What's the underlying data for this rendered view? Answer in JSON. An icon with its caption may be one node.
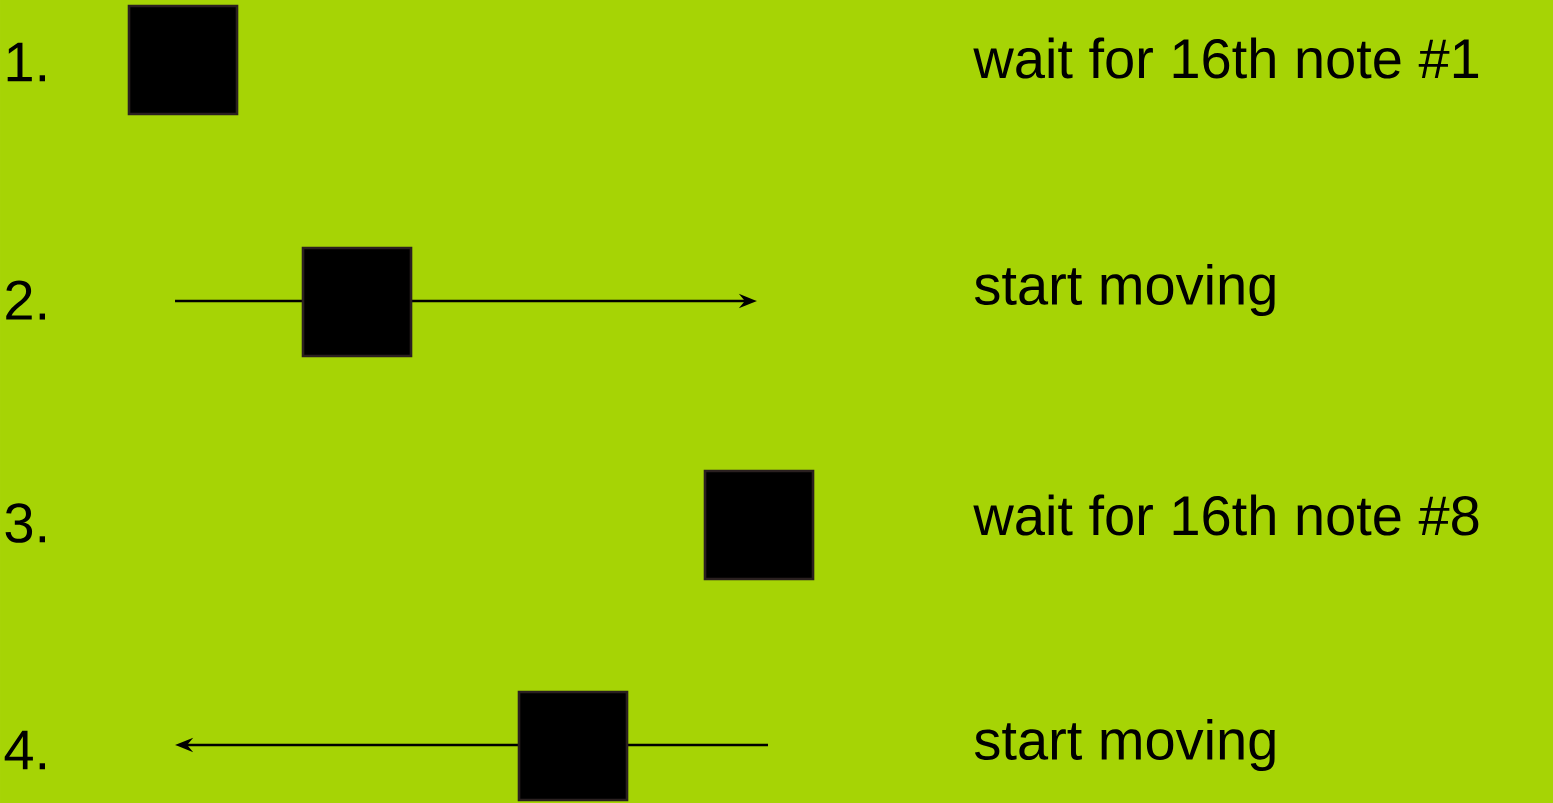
{
  "diagram": {
    "nodes": [
      {
        "text": [],
        "shape": "box"
      },
      {
        "text": [],
        "shape": "box"
      },
      {
        "text": [],
        "shape": "box"
      },
      {
        "text": [],
        "shape": "box"
      }
    ],
    "labels": [
      "1.",
      "wait for 16th note #1",
      "2.",
      "start moving",
      "3.",
      "wait for 16th note #8",
      "4.",
      "start moving"
    ]
  }
}
